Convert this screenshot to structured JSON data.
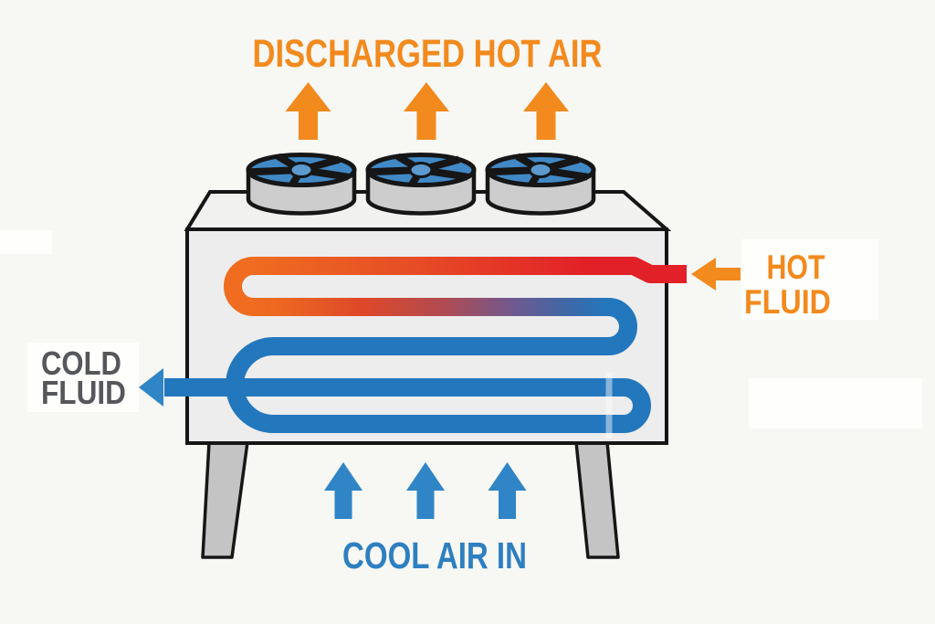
{
  "title": "Dry cooler heat exchanger diagram",
  "labels": {
    "discharged_hot_air": "DISCHARGED HOT AIR",
    "hot_fluid_lines": [
      "HOT",
      "FLUID"
    ],
    "cold_fluid_lines": [
      "COLD",
      "FLUID"
    ],
    "cool_air_in": "COOL AIR IN"
  },
  "components": {
    "fan_count": 3,
    "hot_air_arrow_count": 3,
    "cool_air_arrow_count": 3,
    "coil_pass_count": 5
  },
  "icons": {
    "fan": "fan-icon",
    "hot_air": "up-arrow-icon",
    "cool_air": "up-arrow-icon",
    "hot_fluid": "left-arrow-icon",
    "cold_fluid": "left-arrow-icon"
  },
  "colors": {
    "background": "#F7F7F4",
    "orange": "#F28A1E",
    "hot_red": "#E22027",
    "pipe_orange": "#EF6C20",
    "pipe_blue": "#2377BD",
    "arrow_blue": "#2F85C6",
    "text_blue": "#2E7FC0",
    "text_gray": "#56575A",
    "box_front": "#EDEDED",
    "box_top": "#F1F1F0",
    "leg_gray": "#C4C4C4",
    "fan_body": "#CDCDCD",
    "fan_blade": "#4189C6",
    "fan_hub": "#5B99CF",
    "outline": "#161616"
  }
}
